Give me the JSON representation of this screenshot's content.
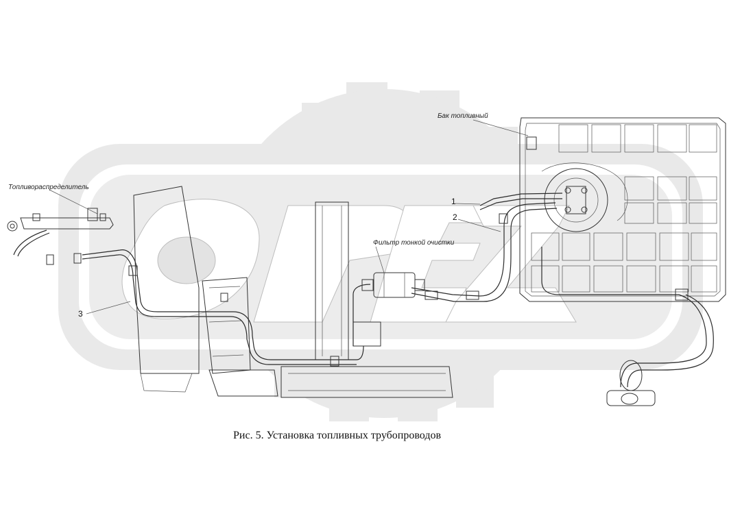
{
  "labels": {
    "fuel_tank": "Бак топливный",
    "fuel_rail": "Топливораспределитель",
    "fine_filter": "Фильтр тонкой очистки",
    "callout_1": "1",
    "callout_2": "2",
    "callout_3": "3"
  },
  "caption": "Рис. 5. Установка топливных трубопроводов",
  "colors": {
    "watermark": "#e9e9e9",
    "line": "#2a2a2a",
    "background": "#ffffff"
  }
}
